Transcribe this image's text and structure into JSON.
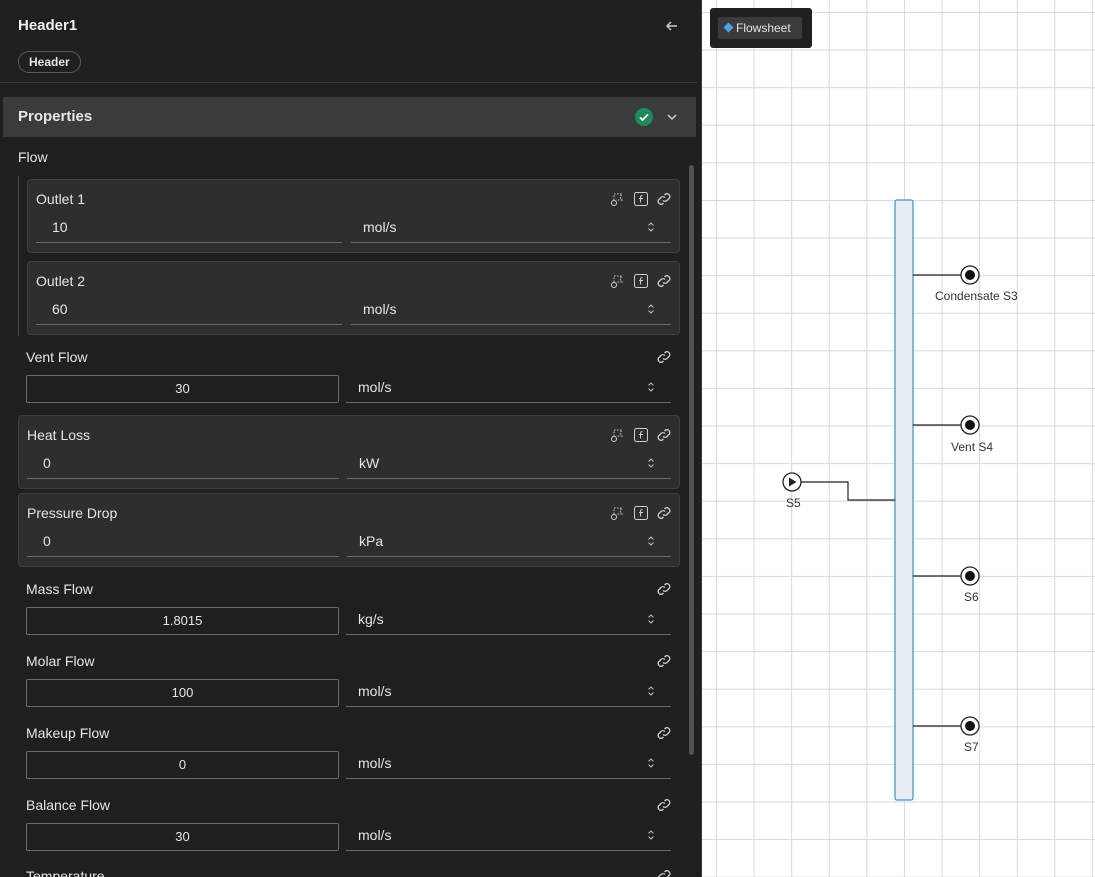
{
  "header": {
    "title": "Header1",
    "tag": "Header"
  },
  "properties": {
    "title": "Properties"
  },
  "flow_section": {
    "label": "Flow"
  },
  "outlets": [
    {
      "label": "Outlet 1",
      "value": "10",
      "unit": "mol/s"
    },
    {
      "label": "Outlet 2",
      "value": "60",
      "unit": "mol/s"
    }
  ],
  "vent_flow": {
    "label": "Vent Flow",
    "value": "30",
    "unit": "mol/s"
  },
  "heat_loss": {
    "label": "Heat Loss",
    "value": "0",
    "unit": "kW"
  },
  "pressure_drop": {
    "label": "Pressure Drop",
    "value": "0",
    "unit": "kPa"
  },
  "mass_flow": {
    "label": "Mass Flow",
    "value": "1.8015",
    "unit": "kg/s"
  },
  "molar_flow": {
    "label": "Molar Flow",
    "value": "100",
    "unit": "mol/s"
  },
  "makeup_flow": {
    "label": "Makeup Flow",
    "value": "0",
    "unit": "mol/s"
  },
  "balance_flow": {
    "label": "Balance Flow",
    "value": "30",
    "unit": "mol/s"
  },
  "temperature": {
    "label": "Temperature"
  },
  "canvas": {
    "flowsheet_button": "Flowsheet",
    "streams": {
      "s3": "Condensate S3",
      "s4": "Vent S4",
      "s5": "S5",
      "s6": "S6",
      "s7": "S7"
    }
  },
  "colors": {
    "accent": "#4fa3e0",
    "ok": "#1f8a5b",
    "header_bar": "#3a3b3f",
    "panel": "#1f1f21",
    "card": "#2d2e31"
  },
  "icons": [
    "back-arrow-icon",
    "check-circle-icon",
    "chevron-down-icon",
    "flag-icon",
    "formula-icon",
    "link-icon",
    "select-arrows-icon",
    "play-icon",
    "target-icon"
  ]
}
